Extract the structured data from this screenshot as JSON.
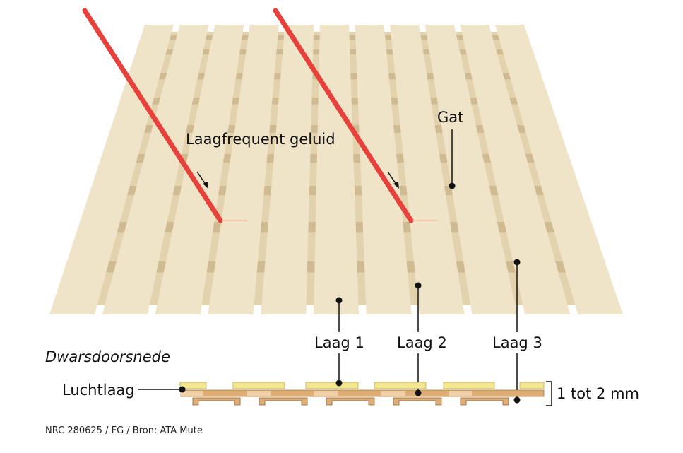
{
  "labels": {
    "sound": "Laagfrequent geluid",
    "hole": "Gat",
    "layer1": "Laag 1",
    "layer2": "Laag 2",
    "layer3": "Laag 3",
    "section_title": "Dwarsdoorsnede",
    "air_layer": "Luchtlaag",
    "thickness": "1 tot 2 mm"
  },
  "source": "NRC 280625 / FG / Bron: ATA Mute",
  "colors": {
    "plank": "#f0e4c8",
    "under": "#e3d2ae",
    "bar": "#cdb68c",
    "sound": "#e8403a",
    "yellow": "#f2e68e",
    "orange": "#dfae74",
    "orange_light": "#f1d2a8"
  }
}
